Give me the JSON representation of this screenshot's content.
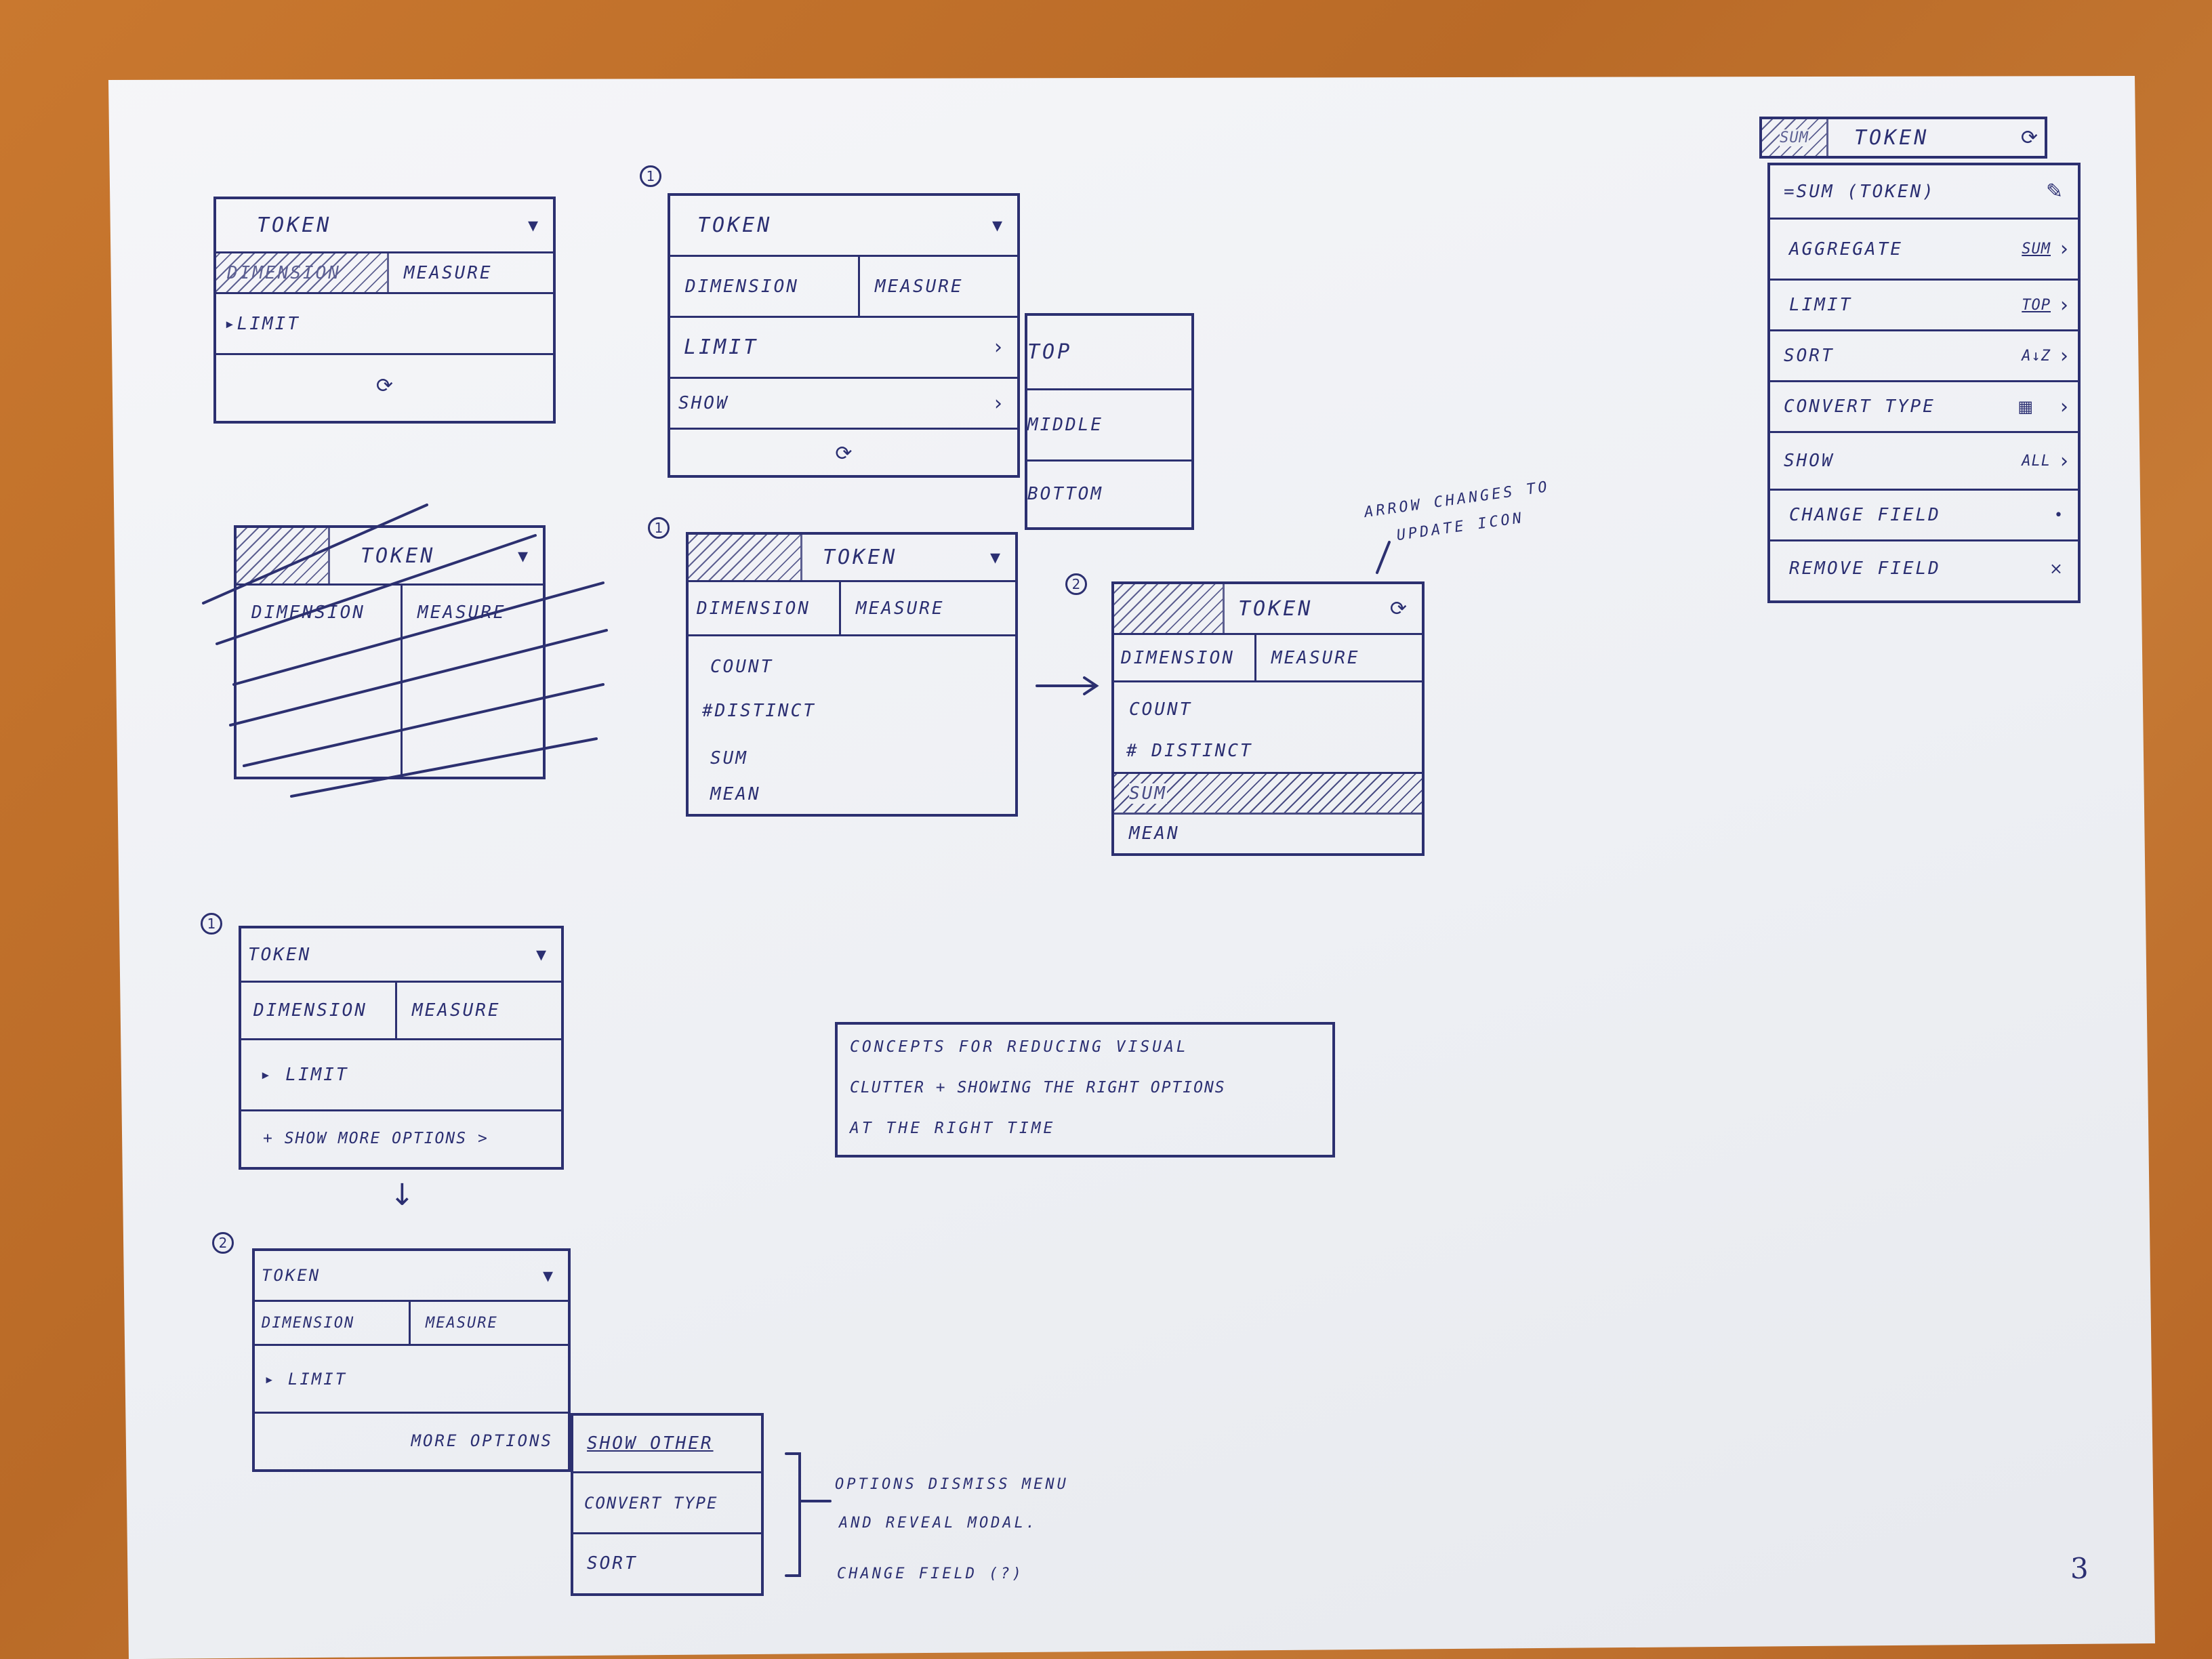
{
  "sketch1": {
    "title": "TOKEN",
    "tab_dimension": "DIMENSION",
    "tab_measure": "MEASURE",
    "limit": "▸LIMIT"
  },
  "sketch2": {
    "num": "1",
    "title": "TOKEN",
    "tab_dimension": "DIMENSION",
    "tab_measure": "MEASURE",
    "limit": "LIMIT",
    "show": "SHOW",
    "submenu": [
      "TOP",
      "MIDDLE",
      "BOTTOM"
    ]
  },
  "sketch3": {
    "title": "TOKEN",
    "tab_dimension": "DIMENSION",
    "tab_measure": "MEASURE"
  },
  "sketch4": {
    "num": "1",
    "title": "TOKEN",
    "tab_dimension": "DIMENSION",
    "tab_measure": "MEASURE",
    "items": [
      "COUNT",
      "#DISTINCT",
      "SUM",
      "MEAN"
    ]
  },
  "sketch5": {
    "num": "2",
    "title": "TOKEN",
    "tab_dimension": "DIMENSION",
    "tab_measure": "MEASURE",
    "items": [
      "COUNT",
      "# DISTINCT",
      "SUM",
      "MEAN"
    ],
    "note_line1": "ARROW CHANGES TO",
    "note_line2": "UPDATE ICON"
  },
  "sketch6": {
    "header_left": "SUM",
    "header_title": "TOKEN",
    "formula": "=SUM (TOKEN)",
    "rows": [
      {
        "label": "AGGREGATE",
        "value": "SUM"
      },
      {
        "label": "LIMIT",
        "value": "TOP"
      },
      {
        "label": "SORT",
        "value": "A↓Z"
      },
      {
        "label": "CONVERT TYPE",
        "value": ""
      },
      {
        "label": "SHOW",
        "value": "ALL"
      },
      {
        "label": "CHANGE FIELD",
        "value": "•"
      },
      {
        "label": "REMOVE FIELD",
        "value": "×"
      }
    ]
  },
  "sketch7": {
    "num": "1",
    "title": "TOKEN",
    "tab_dimension": "DIMENSION",
    "tab_measure": "MEASURE",
    "limit": "▸ LIMIT",
    "more": "+ SHOW MORE OPTIONS >"
  },
  "sketch8": {
    "num": "2",
    "title": "TOKEN",
    "tab_dimension": "DIMENSION",
    "tab_measure": "MEASURE",
    "limit": "▸ LIMIT",
    "more": "MORE OPTIONS",
    "submenu": [
      "SHOW OTHER",
      "CONVERT TYPE",
      "SORT"
    ],
    "note_line1": "OPTIONS DISMISS MENU",
    "note_line2": "AND REVEAL MODAL.",
    "note_line3": "CHANGE FIELD (?)"
  },
  "concept_box": {
    "line1": "CONCEPTS FOR REDUCING VISUAL",
    "line2": "CLUTTER + SHOWING THE RIGHT OPTIONS",
    "line3": "AT THE RIGHT TIME"
  },
  "page_number": "3"
}
